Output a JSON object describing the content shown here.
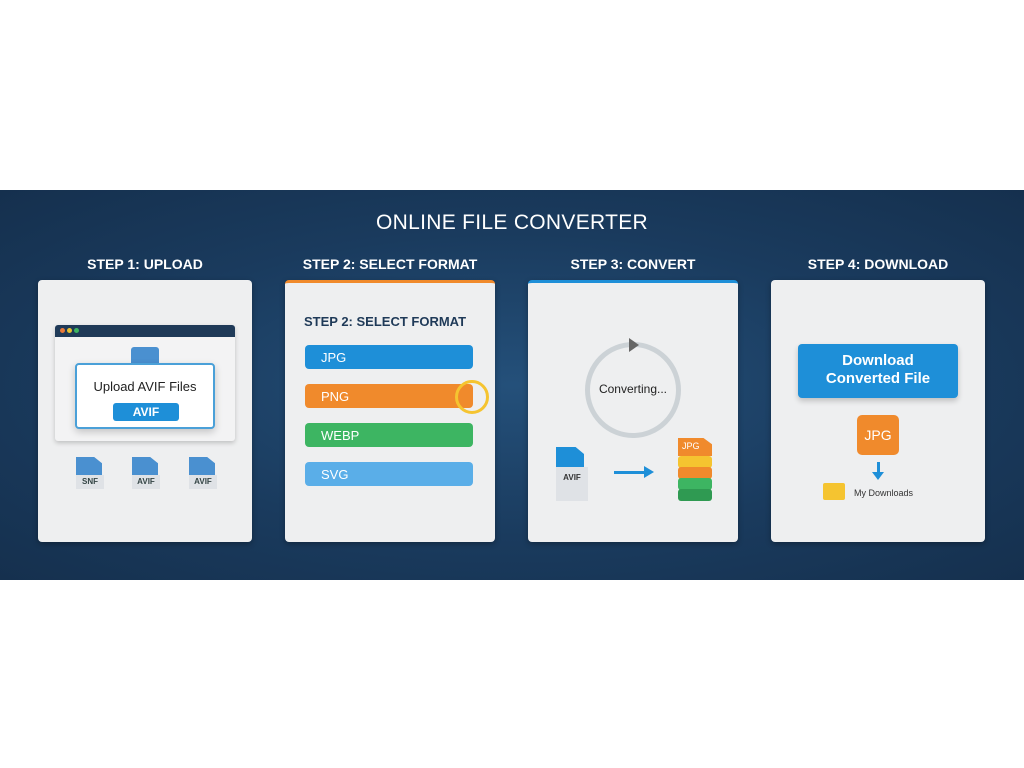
{
  "title": "ONLINE FILE CONVERTER",
  "steps": [
    {
      "label": "STEP 1: UPLOAD",
      "dialog_title": "Upload AVIF Files",
      "dialog_button": "AVIF",
      "files": [
        "SNF",
        "AVIF",
        "AVIF"
      ]
    },
    {
      "label": "STEP 2: SELECT FORMAT",
      "heading": "STEP 2: SELECT FORMAT",
      "formats": [
        "JPG",
        "PNG",
        "WEBP",
        "SVG"
      ],
      "selected": "PNG"
    },
    {
      "label": "STEP 3: CONVERT",
      "status": "Converting...",
      "source": "AVIF",
      "target": "JPG"
    },
    {
      "label": "STEP 4: DOWNLOAD",
      "button": "Download Converted File",
      "file": "JPG",
      "folder": "My Downloads"
    }
  ],
  "colors": {
    "banner": "#1a3b5e",
    "blue": "#1e8fd8",
    "orange": "#f08a2c",
    "green": "#3db562",
    "lightblue": "#5aaee8",
    "yellow": "#f5c430"
  }
}
